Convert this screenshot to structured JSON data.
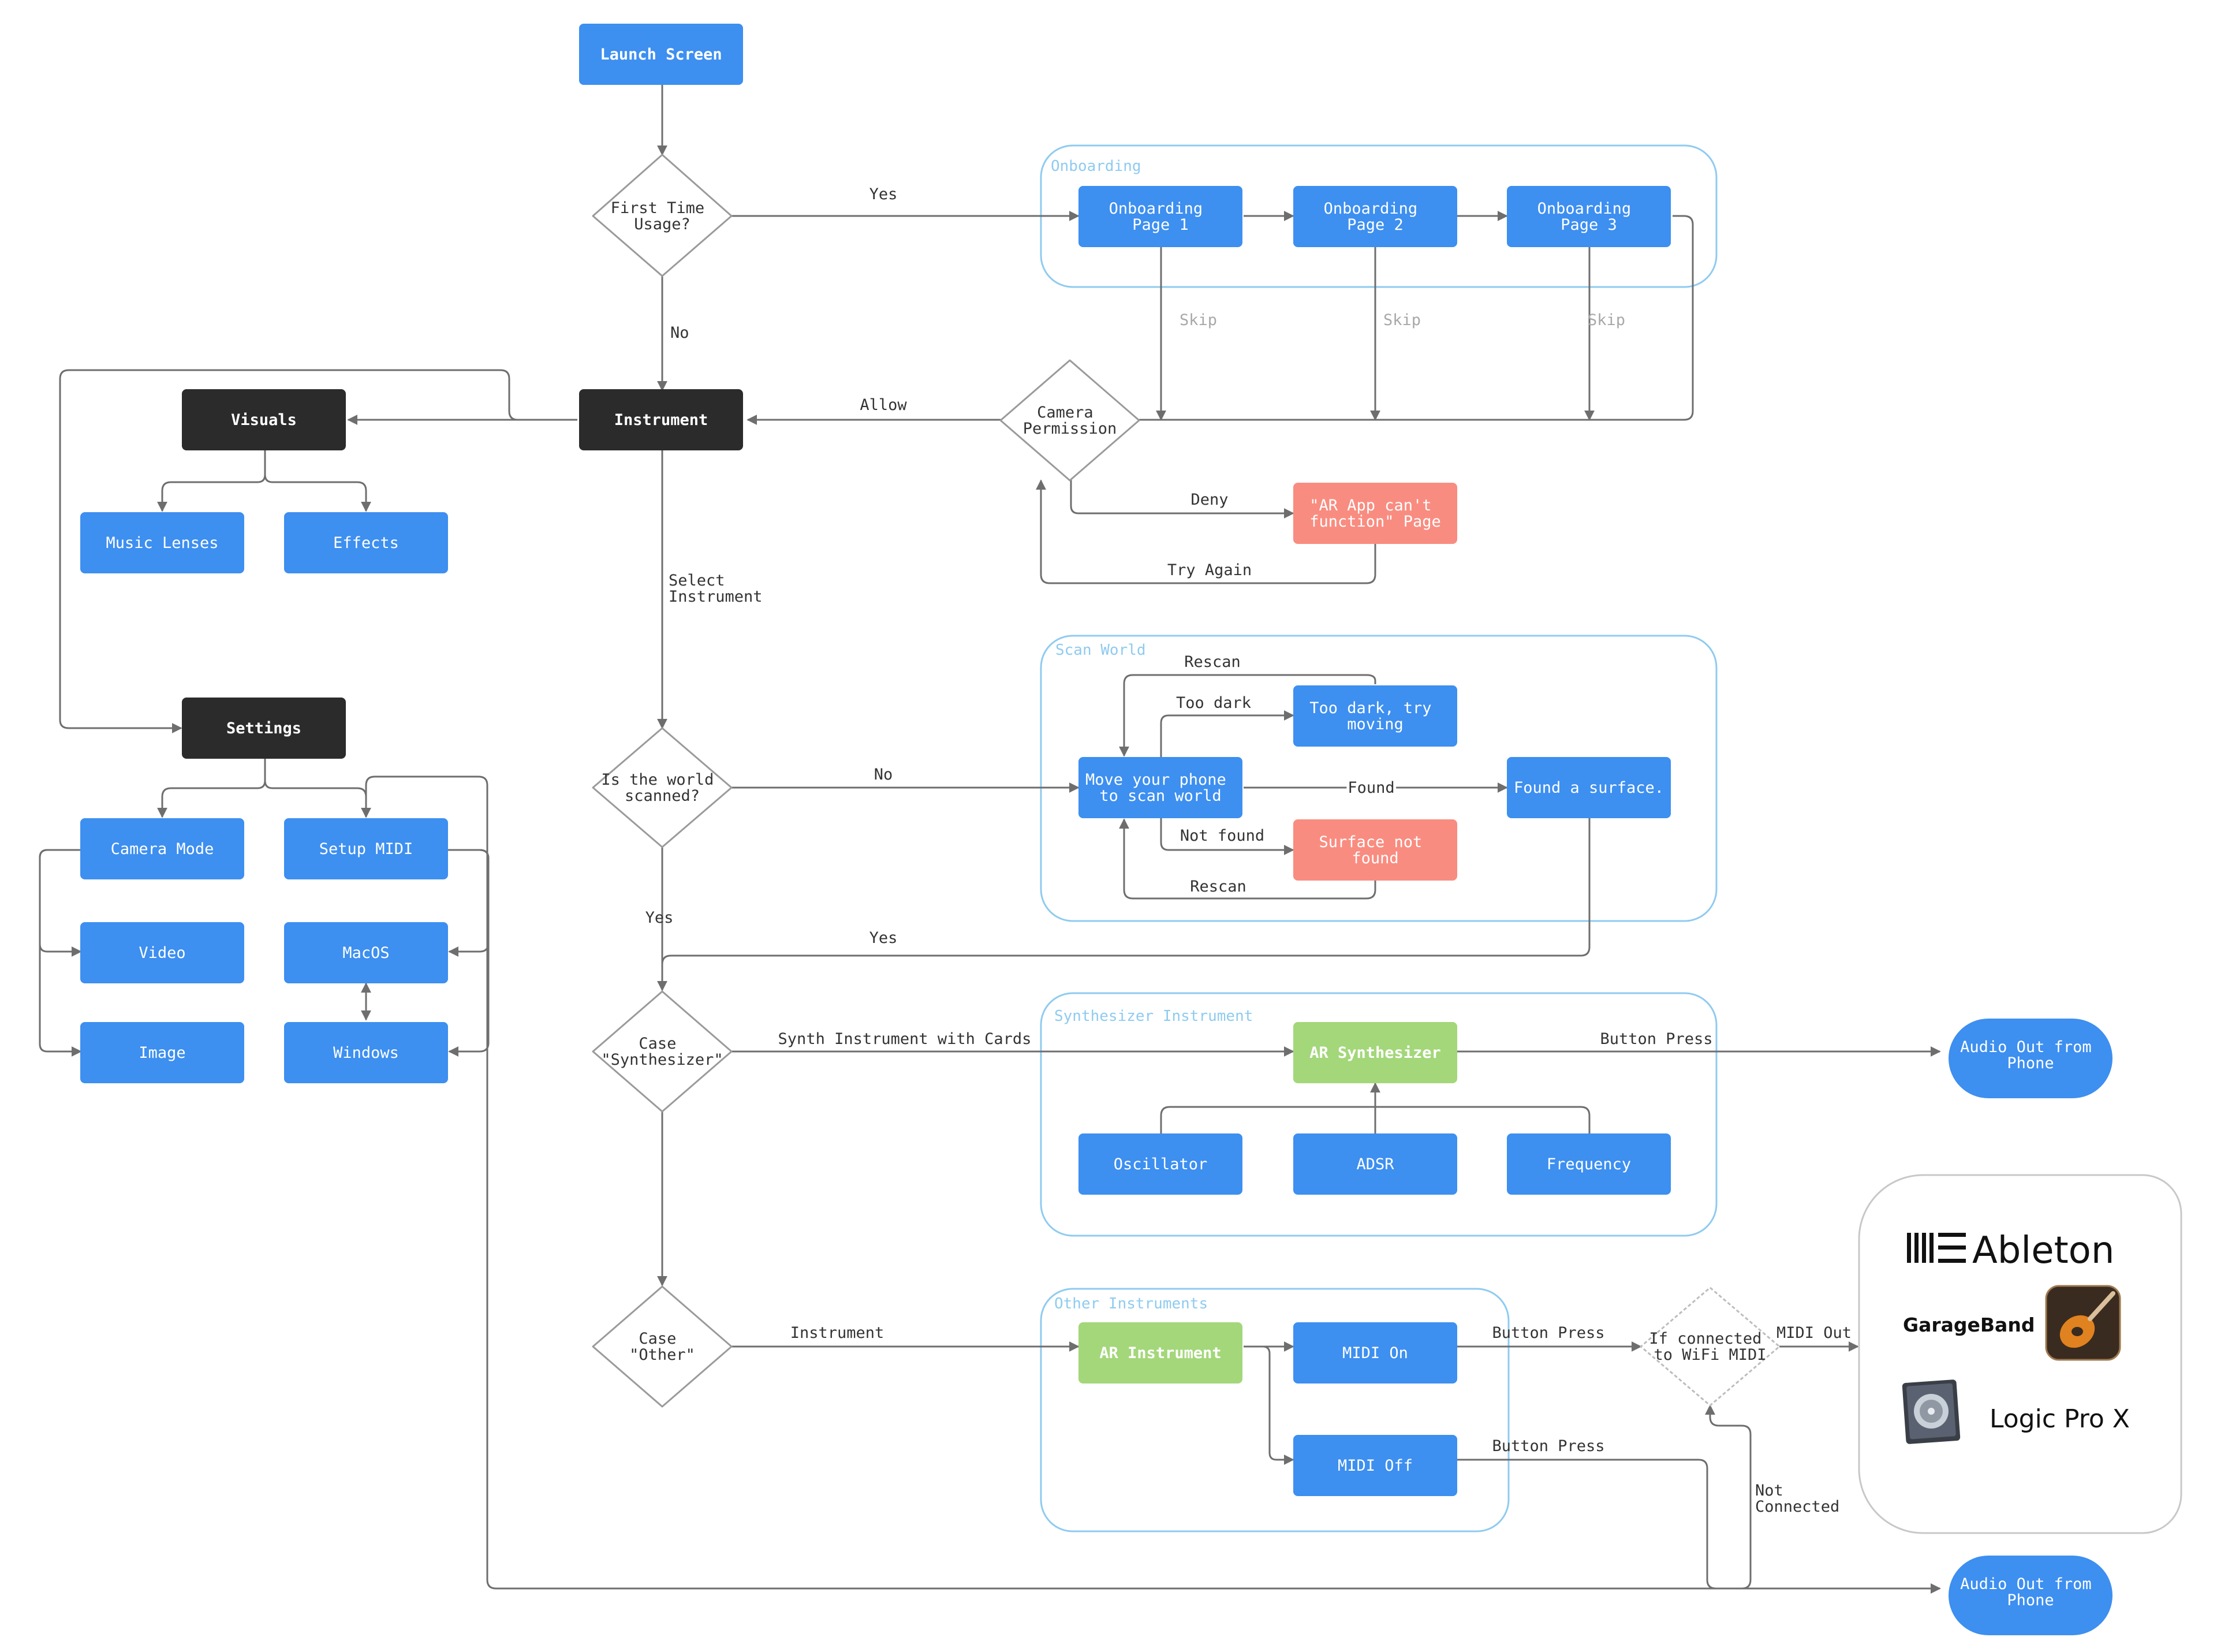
{
  "colors": {
    "blue": "#3d8ff0",
    "dark": "#2b2b2b",
    "red": "#f98c80",
    "green": "#a3d77a",
    "container_stroke": "#8fcbf0",
    "container_label": "#8fcbf0",
    "line": "#6e6e6e",
    "skip_text": "#a8a8a8"
  },
  "nodes": {
    "launch": "Launch Screen",
    "first_time": [
      "First Time",
      "Usage?"
    ],
    "instrument": "Instrument",
    "visuals": "Visuals",
    "music_lenses": "Music Lenses",
    "effects": "Effects",
    "settings": "Settings",
    "camera_mode": "Camera Mode",
    "setup_midi": "Setup MIDI",
    "video": "Video",
    "image": "Image",
    "macos": "MacOS",
    "windows": "Windows",
    "onb1": [
      "Onboarding",
      "Page 1"
    ],
    "onb2": [
      "Onboarding",
      "Page 2"
    ],
    "onb3": [
      "Onboarding",
      "Page 3"
    ],
    "camera_perm": [
      "Camera",
      "Permission"
    ],
    "ar_cant": [
      "\"AR App can't",
      "function\" Page"
    ],
    "world_scanned": [
      "Is the world",
      "scanned?"
    ],
    "move_phone": [
      "Move your phone",
      "to scan world"
    ],
    "too_dark": [
      "Too dark, try",
      "moving"
    ],
    "surface_not_found": [
      "Surface not",
      "found"
    ],
    "found_surface": "Found a surface.",
    "case_synth": [
      "Case",
      "\"Synthesizer\""
    ],
    "ar_synth": "AR Synthesizer",
    "oscillator": "Oscillator",
    "adsr": "ADSR",
    "frequency": "Frequency",
    "audio_out_1": [
      "Audio Out from",
      "Phone"
    ],
    "case_other": [
      "Case",
      "\"Other\""
    ],
    "ar_instrument": "AR Instrument",
    "midi_on": "MIDI On",
    "midi_off": "MIDI Off",
    "wifi_midi": [
      "If connected",
      "to WiFi MIDI"
    ],
    "audio_out_2": [
      "Audio Out from",
      "Phone"
    ]
  },
  "containers": {
    "onboarding": "Onboarding",
    "scan_world": "Scan World",
    "synthesizer": "Synthesizer Instrument",
    "other": "Other Instruments"
  },
  "edge_labels": {
    "yes_onboarding": "Yes",
    "no_first": "No",
    "skip1": "Skip",
    "skip2": "Skip",
    "skip3": "Skip",
    "allow": "Allow",
    "deny": "Deny",
    "try_again": "Try Again",
    "select_instrument": [
      "Select",
      "Instrument"
    ],
    "rescan_top": "Rescan",
    "too_dark": "Too dark",
    "no_world": "No",
    "found": "Found",
    "not_found": "Not found",
    "rescan_bottom": "Rescan",
    "yes_world": "Yes",
    "yes_surface": "Yes",
    "synth_cards": "Synth Instrument with Cards",
    "button_press_synth": "Button Press",
    "instrument_other": "Instrument",
    "button_press_on": "Button Press",
    "button_press_off": "Button Press",
    "midi_out": "MIDI Out",
    "not_connected": [
      "Not",
      "Connected"
    ]
  },
  "apps": {
    "ableton": "Ableton",
    "garageband": "GarageBand",
    "logic": "Logic Pro X"
  }
}
